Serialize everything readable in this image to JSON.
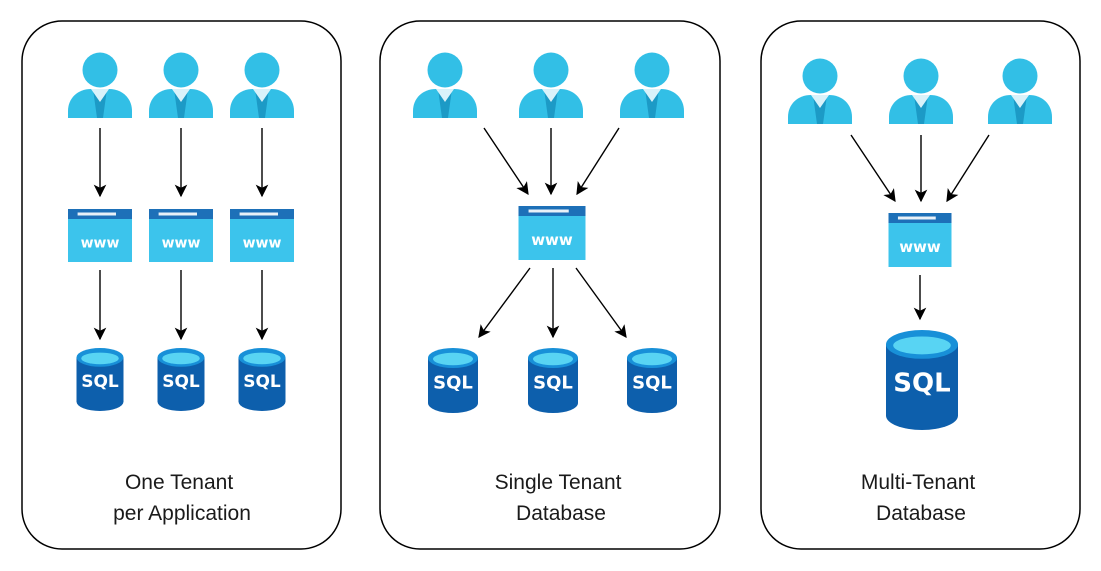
{
  "diagram": {
    "colors": {
      "user_light": "#32bfe6",
      "user_dark": "#1c9ac6",
      "user_collar": "#d9f2fa",
      "www_bar": "#1d70b8",
      "www_body": "#3cc4ec",
      "db_side": "#0d5fac",
      "db_top": "#1890d8",
      "db_top_inner": "#58d4f3",
      "arrow": "#000000"
    },
    "icons": {
      "user": "user-icon",
      "web_app": "web-app-icon",
      "database": "sql-database-icon"
    },
    "www_label": "www",
    "sql_label": "SQL",
    "panels": [
      {
        "name": "one-tenant-per-application",
        "caption_lines": [
          "One Tenant",
          "per Application"
        ]
      },
      {
        "name": "single-tenant-database",
        "caption_lines": [
          "Single Tenant",
          "Database"
        ]
      },
      {
        "name": "multi-tenant-database",
        "caption_lines": [
          "Multi-Tenant",
          "Database"
        ]
      }
    ]
  }
}
